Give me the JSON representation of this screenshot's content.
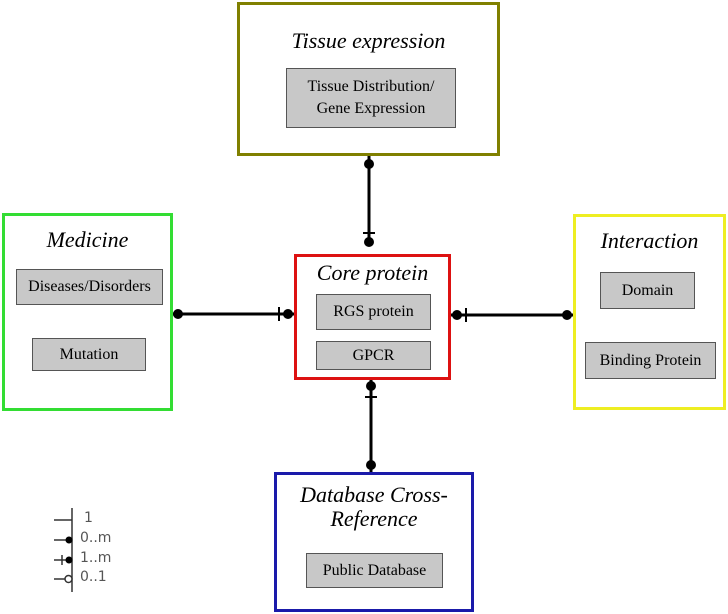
{
  "boxes": {
    "tissue": {
      "title": "Tissue expression",
      "color": "#808000",
      "items": [
        "Tissue Distribution/\nGene Expression"
      ]
    },
    "medicine": {
      "title": "Medicine",
      "color": "#33dd33",
      "items": [
        "Diseases/Disorders",
        "Mutation"
      ]
    },
    "core": {
      "title": "Core protein",
      "color": "#dd1111",
      "items": [
        "RGS protein",
        "GPCR"
      ]
    },
    "interaction": {
      "title": "Interaction",
      "color": "#eeee22",
      "items": [
        "Domain",
        "Binding Protein"
      ]
    },
    "database": {
      "title": "Database Cross-\nReference",
      "color": "#1a1aaa",
      "items": [
        "Public Database"
      ]
    }
  },
  "legend": {
    "items": [
      {
        "symbol": "one",
        "label": "1"
      },
      {
        "symbol": "zero-many",
        "label": "0..m"
      },
      {
        "symbol": "one-many",
        "label": "1..m"
      },
      {
        "symbol": "zero-one",
        "label": "0..1"
      }
    ]
  }
}
